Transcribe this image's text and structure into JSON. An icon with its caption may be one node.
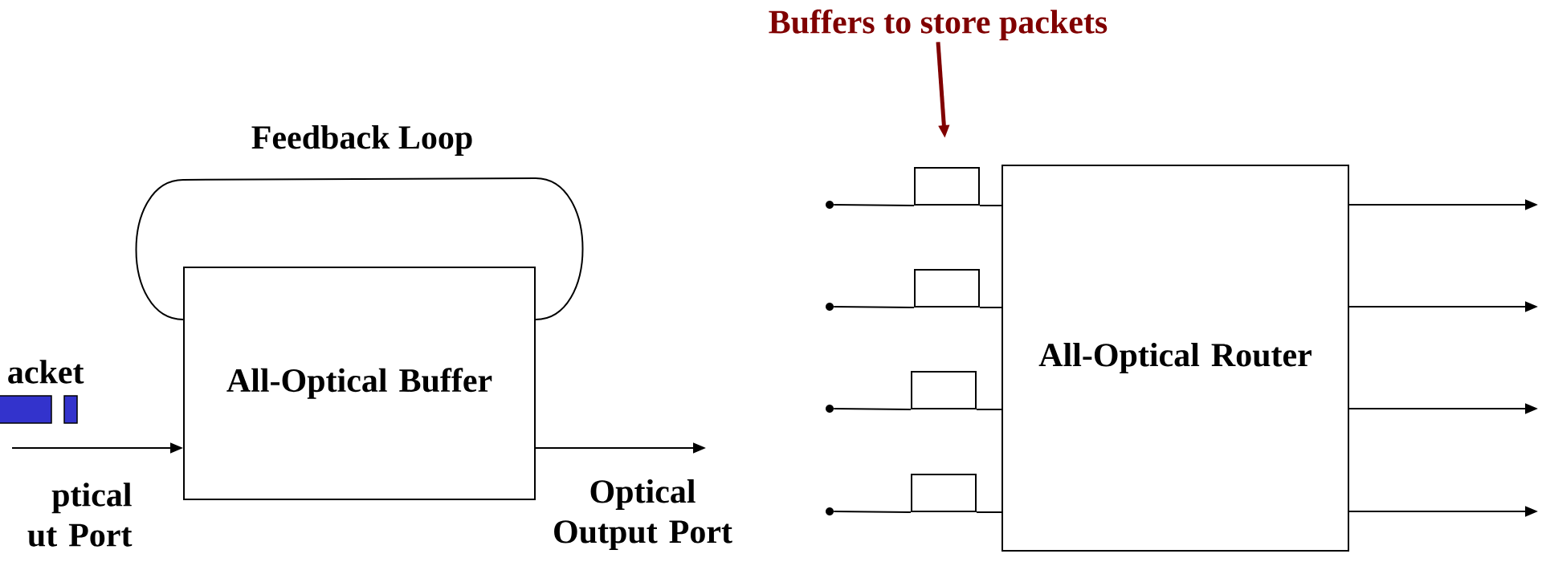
{
  "diagram": {
    "nodes": [
      {
        "text": [
          "All-Optical Buffer"
        ]
      },
      {
        "text": [
          "All-Optical Router"
        ]
      },
      {
        "text": [],
        "shape": "box"
      },
      {
        "text": [],
        "shape": "box"
      },
      {
        "text": [],
        "shape": "box"
      },
      {
        "text": [],
        "shape": "box"
      },
      {
        "text": [],
        "shape": "circle"
      },
      {
        "text": [],
        "shape": "circle"
      },
      {
        "text": [],
        "shape": "circle"
      },
      {
        "text": [],
        "shape": "circle"
      },
      {
        "text": [
          "Buffers to store packets"
        ]
      }
    ],
    "edges": [
      {
        "from": null,
        "to": 0,
        "arrow": "to"
      },
      {
        "from": 0,
        "to": null,
        "arrow": "to"
      },
      {
        "from": 0,
        "to": 0,
        "arrow": "none",
        "label": "Feedback Loop"
      },
      {
        "from": 6,
        "to": 2,
        "arrow": "none"
      },
      {
        "from": 7,
        "to": 3,
        "arrow": "none"
      },
      {
        "from": 8,
        "to": 4,
        "arrow": "none"
      },
      {
        "from": 9,
        "to": 5,
        "arrow": "none"
      },
      {
        "from": 2,
        "to": 1,
        "arrow": "none"
      },
      {
        "from": 3,
        "to": 1,
        "arrow": "none"
      },
      {
        "from": 4,
        "to": 1,
        "arrow": "none"
      },
      {
        "from": 5,
        "to": 1,
        "arrow": "none"
      },
      {
        "from": 1,
        "to": null,
        "arrow": "to"
      },
      {
        "from": 1,
        "to": null,
        "arrow": "to"
      },
      {
        "from": 1,
        "to": null,
        "arrow": "to"
      },
      {
        "from": 1,
        "to": null,
        "arrow": "to"
      },
      {
        "from": 10,
        "to": 2,
        "arrow": "to",
        "style": "thick",
        "color": "#800000"
      }
    ],
    "labels": [
      "acket",
      "ptical ut Port",
      "Optical Output Port"
    ]
  }
}
